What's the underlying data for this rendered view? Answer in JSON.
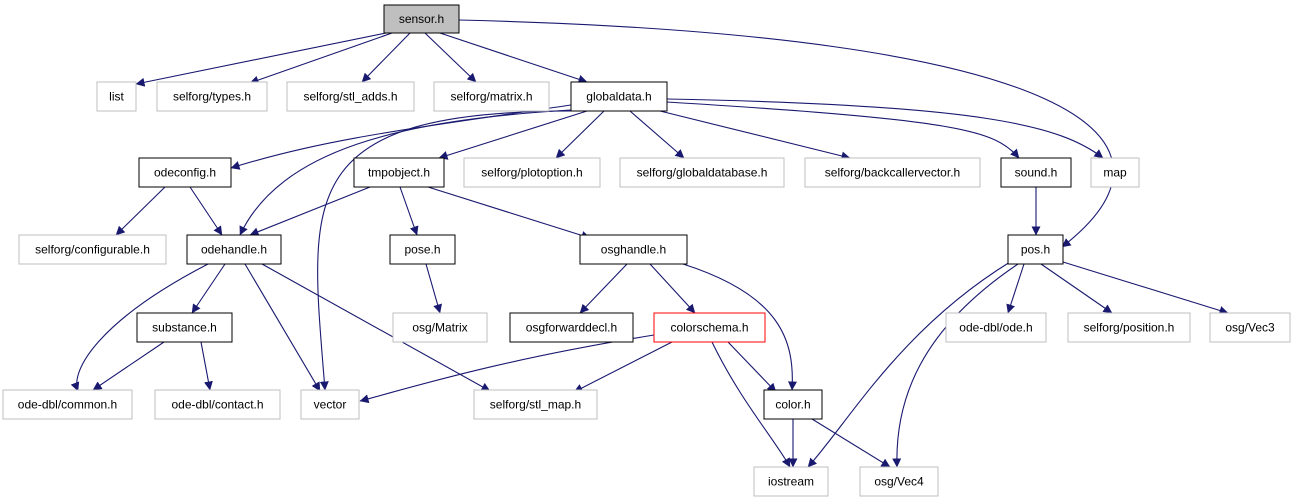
{
  "colors": {
    "edge": "#191970",
    "node_fill": "#ffffff",
    "highlight_fill": "#bfbfbf",
    "node_border": "#000000",
    "external_border": "#bfbfbf",
    "incomplete_border": "#ff0000"
  },
  "nodes": [
    {
      "id": "sensor",
      "label": "sensor.h",
      "style": "highlight"
    },
    {
      "id": "list",
      "label": "list",
      "style": "external"
    },
    {
      "id": "types",
      "label": "selforg/types.h",
      "style": "external"
    },
    {
      "id": "stl_adds",
      "label": "selforg/stl_adds.h",
      "style": "external"
    },
    {
      "id": "matrix",
      "label": "selforg/matrix.h",
      "style": "external"
    },
    {
      "id": "globaldata",
      "label": "globaldata.h",
      "style": "normal"
    },
    {
      "id": "odeconfig",
      "label": "odeconfig.h",
      "style": "normal"
    },
    {
      "id": "tmpobject",
      "label": "tmpobject.h",
      "style": "normal"
    },
    {
      "id": "plotoption",
      "label": "selforg/plotoption.h",
      "style": "external"
    },
    {
      "id": "globaldatabase",
      "label": "selforg/globaldatabase.h",
      "style": "external"
    },
    {
      "id": "backcaller",
      "label": "selforg/backcallervector.h",
      "style": "external"
    },
    {
      "id": "sound",
      "label": "sound.h",
      "style": "normal"
    },
    {
      "id": "map",
      "label": "map",
      "style": "external"
    },
    {
      "id": "configurable",
      "label": "selforg/configurable.h",
      "style": "external"
    },
    {
      "id": "odehandle",
      "label": "odehandle.h",
      "style": "normal"
    },
    {
      "id": "pose",
      "label": "pose.h",
      "style": "normal"
    },
    {
      "id": "osghandle",
      "label": "osghandle.h",
      "style": "normal"
    },
    {
      "id": "pos",
      "label": "pos.h",
      "style": "normal"
    },
    {
      "id": "substance",
      "label": "substance.h",
      "style": "normal"
    },
    {
      "id": "osgmatrix",
      "label": "osg/Matrix",
      "style": "external"
    },
    {
      "id": "osgforward",
      "label": "osgforwarddecl.h",
      "style": "normal"
    },
    {
      "id": "colorschema",
      "label": "colorschema.h",
      "style": "incomplete"
    },
    {
      "id": "odedbl_ode",
      "label": "ode-dbl/ode.h",
      "style": "external"
    },
    {
      "id": "position",
      "label": "selforg/position.h",
      "style": "external"
    },
    {
      "id": "vec3",
      "label": "osg/Vec3",
      "style": "external"
    },
    {
      "id": "common",
      "label": "ode-dbl/common.h",
      "style": "external"
    },
    {
      "id": "contact",
      "label": "ode-dbl/contact.h",
      "style": "external"
    },
    {
      "id": "vector",
      "label": "vector",
      "style": "external"
    },
    {
      "id": "stl_map",
      "label": "selforg/stl_map.h",
      "style": "external"
    },
    {
      "id": "color",
      "label": "color.h",
      "style": "normal"
    },
    {
      "id": "iostream",
      "label": "iostream",
      "style": "external"
    },
    {
      "id": "vec4",
      "label": "osg/Vec4",
      "style": "external"
    }
  ],
  "edges": [
    {
      "from": "sensor",
      "to": "list"
    },
    {
      "from": "sensor",
      "to": "types"
    },
    {
      "from": "sensor",
      "to": "stl_adds"
    },
    {
      "from": "sensor",
      "to": "matrix"
    },
    {
      "from": "sensor",
      "to": "globaldata"
    },
    {
      "from": "sensor",
      "to": "pos"
    },
    {
      "from": "globaldata",
      "to": "odeconfig"
    },
    {
      "from": "globaldata",
      "to": "tmpobject"
    },
    {
      "from": "globaldata",
      "to": "plotoption"
    },
    {
      "from": "globaldata",
      "to": "globaldatabase"
    },
    {
      "from": "globaldata",
      "to": "backcaller"
    },
    {
      "from": "globaldata",
      "to": "sound"
    },
    {
      "from": "globaldata",
      "to": "map"
    },
    {
      "from": "globaldata",
      "to": "odehandle"
    },
    {
      "from": "globaldata",
      "to": "vector"
    },
    {
      "from": "odeconfig",
      "to": "configurable"
    },
    {
      "from": "odeconfig",
      "to": "odehandle"
    },
    {
      "from": "tmpobject",
      "to": "odehandle"
    },
    {
      "from": "tmpobject",
      "to": "pose"
    },
    {
      "from": "tmpobject",
      "to": "osghandle"
    },
    {
      "from": "sound",
      "to": "pos"
    },
    {
      "from": "odehandle",
      "to": "substance"
    },
    {
      "from": "odehandle",
      "to": "common"
    },
    {
      "from": "odehandle",
      "to": "vector"
    },
    {
      "from": "odehandle",
      "to": "stl_map"
    },
    {
      "from": "substance",
      "to": "common"
    },
    {
      "from": "substance",
      "to": "contact"
    },
    {
      "from": "pose",
      "to": "osgmatrix"
    },
    {
      "from": "osghandle",
      "to": "osgforward"
    },
    {
      "from": "osghandle",
      "to": "colorschema"
    },
    {
      "from": "osghandle",
      "to": "color"
    },
    {
      "from": "colorschema",
      "to": "vector"
    },
    {
      "from": "colorschema",
      "to": "stl_map"
    },
    {
      "from": "colorschema",
      "to": "color"
    },
    {
      "from": "colorschema",
      "to": "iostream"
    },
    {
      "from": "color",
      "to": "iostream"
    },
    {
      "from": "color",
      "to": "vec4"
    },
    {
      "from": "pos",
      "to": "odedbl_ode"
    },
    {
      "from": "pos",
      "to": "position"
    },
    {
      "from": "pos",
      "to": "vec3"
    },
    {
      "from": "pos",
      "to": "iostream"
    },
    {
      "from": "pos",
      "to": "vec4"
    }
  ]
}
